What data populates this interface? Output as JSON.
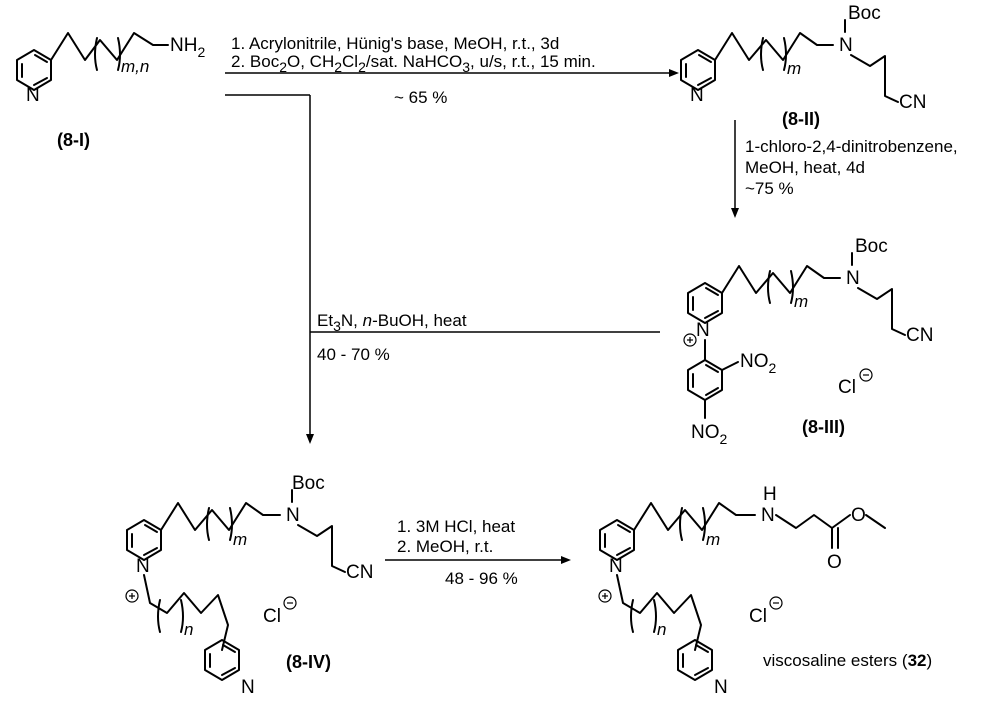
{
  "compounds": {
    "c1": {
      "label": "(8-I)",
      "subscript_letters": "m,n"
    },
    "c2": {
      "label": "(8-II)",
      "subscript_letters": "m"
    },
    "c3": {
      "label": "(8-III)",
      "subscript_letters": "m"
    },
    "c4": {
      "label": "(8-IV)",
      "subscript_m": "m",
      "subscript_n": "n"
    },
    "c5": {
      "label_prefix": "viscosaline esters (",
      "label_number": "32",
      "label_suffix": ")",
      "subscript_m": "m",
      "subscript_n": "n"
    }
  },
  "atoms": {
    "N": "N",
    "NH": "NH",
    "NH2_main": "NH",
    "NH2_sub": "2",
    "H": "H",
    "Boc": "Boc",
    "CN": "CN",
    "O": "O",
    "NO": "NO",
    "two": "2",
    "Cl": "Cl",
    "N_plus": "N"
  },
  "reactions": {
    "r1_line1": "1. Acrylonitrile, Hünig's base, MeOH, r.t., 3d",
    "r1_line2_a": "2. Boc",
    "r1_line2_b": "O, CH",
    "r1_line2_c": "Cl",
    "r1_line2_d": "/sat. NaHCO",
    "r1_line2_e": ", u/s, r.t., 15 min.",
    "r1_sub2": "2",
    "r1_sub3": "3",
    "r1_yield": "~ 65 %",
    "r2_line1": "1-chloro-2,4-dinitrobenzene,",
    "r2_line2": "MeOH, heat, 4d",
    "r2_yield": "~75 %",
    "r3_a": "Et",
    "r3_sub3": "3",
    "r3_b": "N, ",
    "r3_c": "n",
    "r3_d": "-BuOH, heat",
    "r3_yield": "40 - 70 %",
    "r4_line1": "1. 3M HCl, heat",
    "r4_line2": "2. MeOH, r.t.",
    "r4_yield": "48 - 96 %"
  }
}
